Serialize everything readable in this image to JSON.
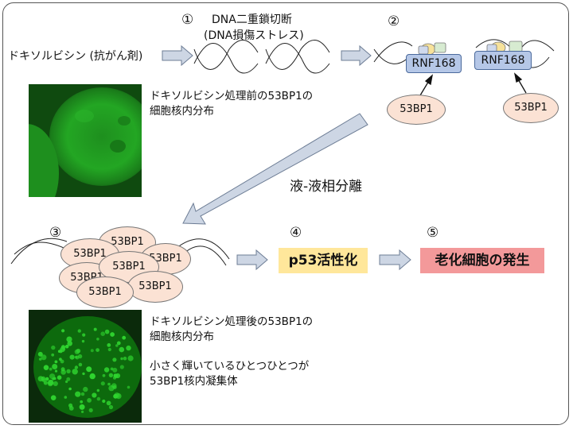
{
  "steps": {
    "s1": "①",
    "s2": "②",
    "s3": "③",
    "s4": "④",
    "s5": "⑤"
  },
  "dsb": {
    "line1": "DNA二重鎖切断",
    "line2": "(DNA損傷ストレス)"
  },
  "drug_label": "ドキソルビシン (抗がん剤)",
  "rnf168_label": "RNF168",
  "bp1_label": "53BP1",
  "before_caption": {
    "line1": "ドキソルビシン処理前の53BP1の",
    "line2": "細胞核内分布"
  },
  "after_caption": {
    "line1": "ドキソルビシン処理後の53BP1の",
    "line2": "細胞核内分布"
  },
  "condensate_caption": {
    "line1": "小さく輝いているひとつひとつが",
    "line2": "53BP1核内凝集体"
  },
  "llps_label": "液-液相分離",
  "p53_label": "p53活性化",
  "senescence_label": "老化細胞の発生",
  "colors": {
    "arrow_fill": "#cdd6e4",
    "arrow_stroke": "#6d7d95",
    "rnf168_fill": "#b5c7e7",
    "bp1_fill": "#fbe2d4",
    "p53_fill": "#ffe79b",
    "senescence_fill": "#f3999a",
    "fluor_green": "#2fd42f"
  }
}
